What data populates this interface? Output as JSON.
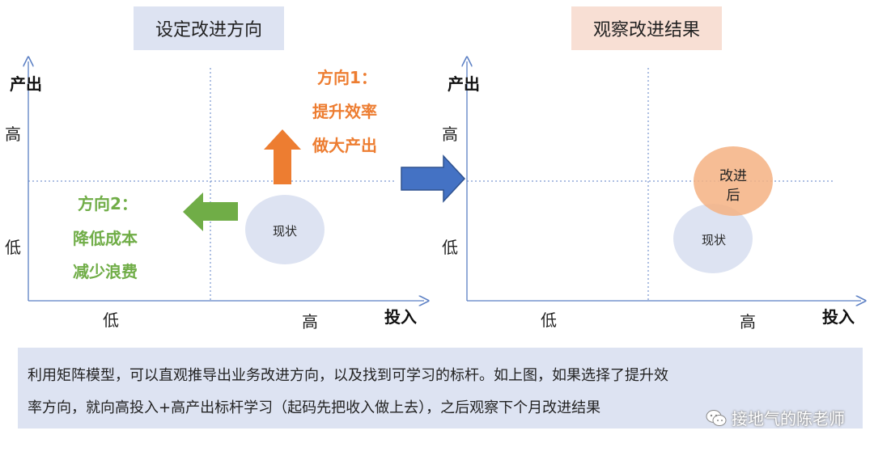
{
  "left_panel": {
    "title": "设定改进方向",
    "y_axis_label": "产出",
    "x_axis_label": "投入",
    "y_high": "高",
    "y_low": "低",
    "x_low": "低",
    "x_high": "高",
    "current_state": "现状",
    "direction1": {
      "title": "方向1：",
      "line1": "提升效率",
      "line2": "做大产出",
      "color": "#ed7d31"
    },
    "direction2": {
      "title": "方向2：",
      "line1": "降低成本",
      "line2": "减少浪费",
      "color": "#70ad47"
    }
  },
  "right_panel": {
    "title": "观察改进结果",
    "y_axis_label": "产出",
    "x_axis_label": "投入",
    "y_high": "高",
    "y_low": "低",
    "x_low": "低",
    "x_high": "高",
    "after_line1": "改进",
    "after_line2": "后",
    "current_state": "现状"
  },
  "caption": {
    "line1": "利用矩阵模型，可以直观推导出业务改进方向，以及找到可学习的标杆。如上图，如果选择了提升效",
    "line2": "率方向，就向高投入+高产出标杆学习（起码先把收入做上去），之后观察下个月改进结果"
  },
  "watermark": "接地气的陈老师",
  "colors": {
    "axis": "#5b7fc4",
    "ellipse_current": "#dde3f2",
    "ellipse_after": "#f4b183",
    "arrow_blue": "#4472c4"
  }
}
